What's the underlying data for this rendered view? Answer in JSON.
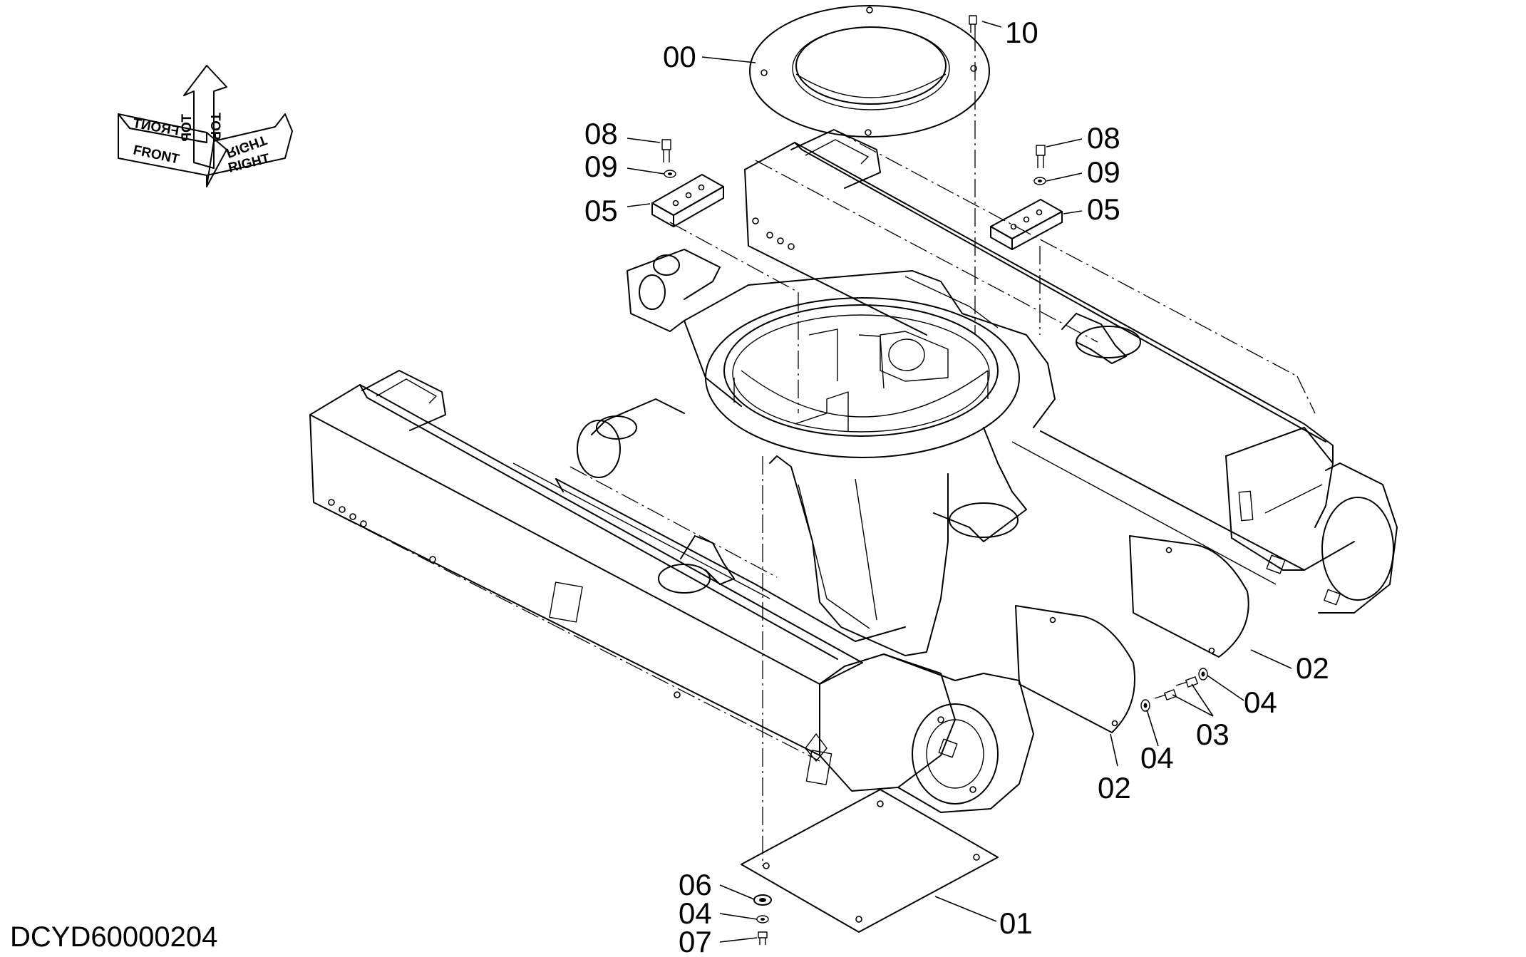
{
  "drawing_code": "DCYD60000204",
  "orientation_marker": {
    "labels": [
      "FRONT",
      "FRONT",
      "TOP",
      "TOP",
      "RIGHT",
      "RIGHT"
    ]
  },
  "callouts": [
    "00",
    "10",
    "08",
    "09",
    "05",
    "08",
    "09",
    "05",
    "02",
    "04",
    "03",
    "04",
    "02",
    "06",
    "04",
    "07",
    "01"
  ]
}
